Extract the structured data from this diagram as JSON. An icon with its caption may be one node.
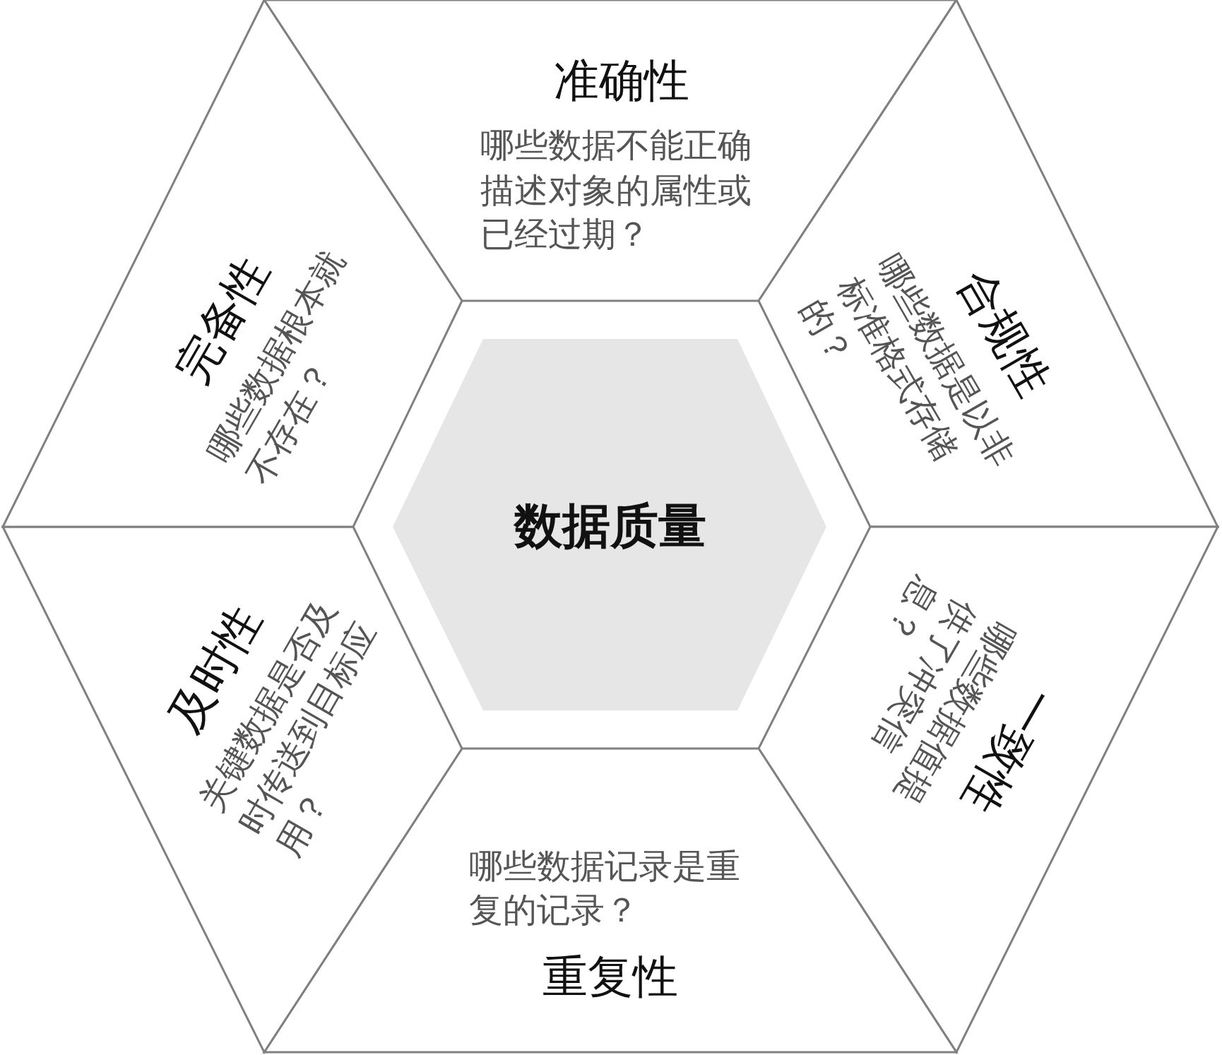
{
  "diagram": {
    "nodes": [
      {
        "text": [
          "准确性",
          "哪些数据不能正确描述对象的属性或已经过期？"
        ]
      },
      {
        "text": [
          "合规性",
          "哪些数据是以非标准格式存储的？"
        ]
      },
      {
        "text": [
          "一致性",
          "哪些数据值提供了冲突信息？"
        ]
      },
      {
        "text": [
          "哪些数据记录是重复的记录？",
          "重复性"
        ]
      },
      {
        "text": [
          "及时性",
          "关键数据是否及时传送到目标应用？"
        ]
      },
      {
        "text": [
          "完备性",
          "哪些数据根本就不存在？"
        ]
      },
      {
        "text": [
          "数据质量"
        ]
      }
    ]
  }
}
